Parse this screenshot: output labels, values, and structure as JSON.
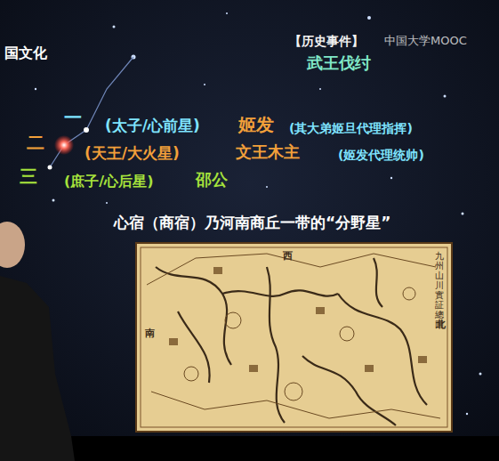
{
  "diagram": {
    "labels": [
      "国文化",
      "【历史事件】",
      "中国大学MOOC",
      "武王伐纣",
      "一",
      "(太子/心前星)",
      "姬发",
      "(其大弟姬旦代理指挥)",
      "二",
      "(天王/大火星)",
      "文王木主",
      "(姬发代理统帅)",
      "三",
      "(庶子/心后星)",
      "邵公",
      "心宿（商宿）乃河南商丘一带的“分野星”",
      "西",
      "北",
      "南",
      "九州山川實証總圖"
    ]
  }
}
